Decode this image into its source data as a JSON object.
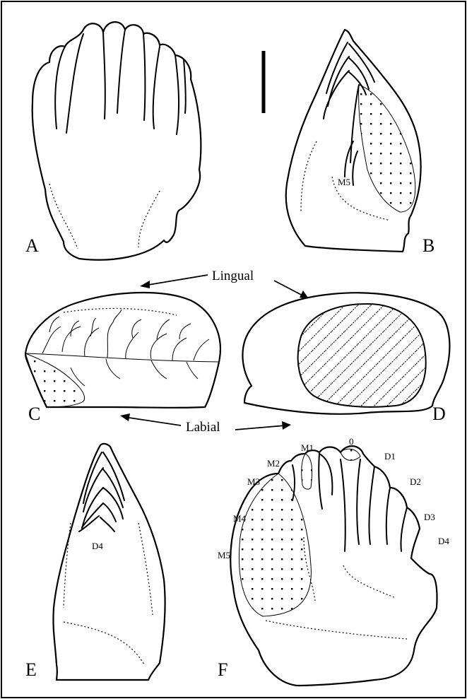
{
  "panels": {
    "a": "A",
    "b": "B",
    "c": "C",
    "d": "D",
    "e": "E",
    "f": "F"
  },
  "directions": {
    "lingual": "Lingual",
    "labial": "Labial"
  },
  "tooth_labels": {
    "b_m5": "M5",
    "e_d4": "D4",
    "f_zero": "0",
    "f_m1": "M1",
    "f_m2": "M2",
    "f_m3": "M3",
    "f_m4": "M4",
    "f_m5": "M5",
    "f_d1": "D1",
    "f_d2": "D2",
    "f_d3": "D3",
    "f_d4": "D4"
  }
}
